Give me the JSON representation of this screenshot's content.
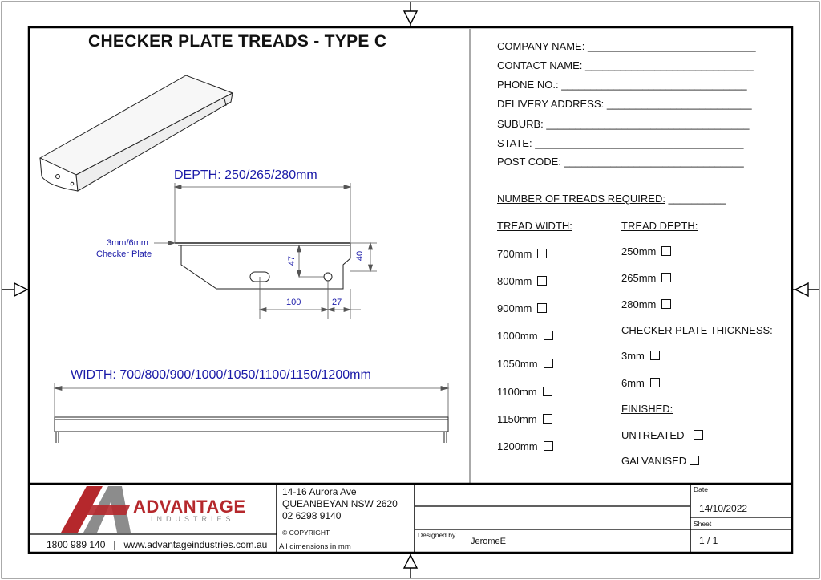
{
  "title": "CHECKER PLATE TREADS - TYPE C",
  "drawing": {
    "depth_label": "DEPTH: 250/265/280mm",
    "plate_label_1": "3mm/6mm",
    "plate_label_2": "Checker Plate",
    "dim_47": "47",
    "dim_40": "40",
    "dim_100": "100",
    "dim_27": "27",
    "width_label": "WIDTH: 700/800/900/1000/1050/1100/1150/1200mm"
  },
  "form": {
    "fields": [
      {
        "label": "COMPANY NAME:",
        "line": "_____________________________"
      },
      {
        "label": "CONTACT NAME:",
        "line": "_____________________________"
      },
      {
        "label": "PHONE NO.:",
        "line": "________________________________"
      },
      {
        "label": "DELIVERY ADDRESS:",
        "line": "_________________________"
      },
      {
        "label": "SUBURB:",
        "line": "___________________________________"
      },
      {
        "label": "STATE:",
        "line": "____________________________________"
      },
      {
        "label": "POST CODE:",
        "line": "_______________________________"
      }
    ],
    "treads_required_label": "NUMBER OF TREADS REQUIRED:",
    "treads_required_line": "__________",
    "tread_width_heading": "TREAD WIDTH:",
    "tread_widths": [
      "700mm",
      "800mm",
      "900mm",
      "1000mm",
      "1050mm",
      "1100mm",
      "1150mm",
      "1200mm"
    ],
    "tread_depth_heading": "TREAD DEPTH:",
    "tread_depths": [
      "250mm",
      "265mm",
      "280mm"
    ],
    "thickness_heading": "CHECKER PLATE THICKNESS:",
    "thicknesses": [
      "3mm",
      "6mm"
    ],
    "finish_heading": "FINISHED:",
    "finishes": [
      "UNTREATED",
      "GALVANISED"
    ]
  },
  "title_block": {
    "logo_name": "ADVANTAGE",
    "logo_sub": "INDUSTRIES",
    "contact_line": "1800 989 140   |   www.advantageindustries.com.au",
    "address_1": "14-16 Aurora Ave",
    "address_2": "QUEANBEYAN NSW 2620",
    "address_3": "02 6298 9140",
    "copyright": "© COPYRIGHT",
    "dims_note": "All dimensions in mm",
    "designed_by_label": "Designed by",
    "designer": "JeromeE",
    "date_label": "Date",
    "date": "14/10/2022",
    "sheet_label": "Sheet",
    "sheet": "1 / 1"
  },
  "colors": {
    "dimension_text": "#1a1aa8",
    "logo_red": "#b5282c",
    "logo_grey": "#8c8c8c"
  }
}
